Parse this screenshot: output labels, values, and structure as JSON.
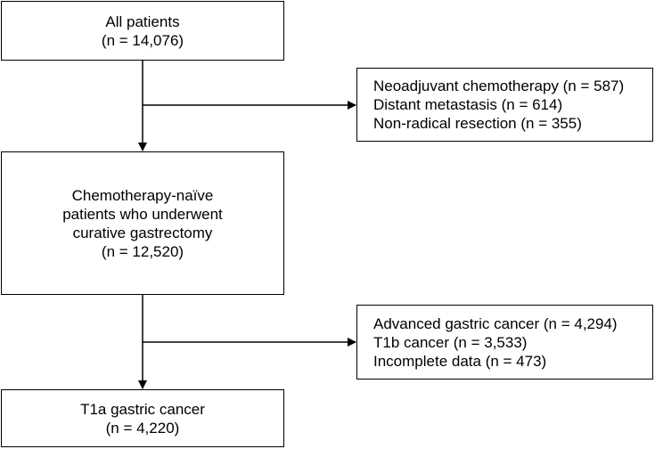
{
  "boxes": {
    "all_patients": {
      "lines": [
        "All patients",
        "(n = 14,076)"
      ]
    },
    "exclusion_1": {
      "lines": [
        "Neoadjuvant chemotherapy (n = 587)",
        "Distant metastasis (n = 614)",
        "Non-radical resection (n = 355)"
      ]
    },
    "chemo_naive": {
      "lines": [
        "Chemotherapy-naïve",
        "patients who underwent",
        "curative gastrectomy",
        "(n = 12,520)"
      ]
    },
    "exclusion_2": {
      "lines": [
        "Advanced gastric cancer (n = 4,294)",
        "T1b cancer (n = 3,533)",
        "Incomplete data (n = 473)"
      ]
    },
    "t1a": {
      "lines": [
        "T1a gastric cancer",
        "(n = 4,220)"
      ]
    }
  }
}
